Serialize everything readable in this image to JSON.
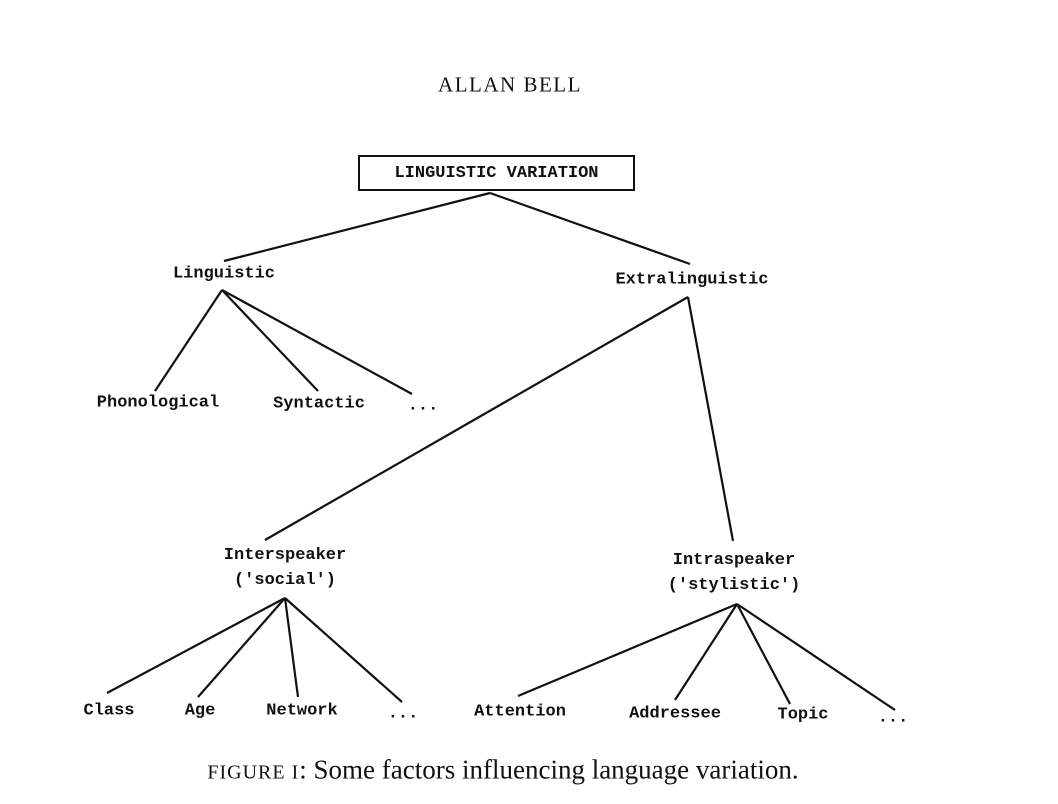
{
  "header": "ALLAN BELL",
  "root": "LINGUISTIC VARIATION",
  "level1": {
    "linguistic": "Linguistic",
    "extralinguistic": "Extralinguistic"
  },
  "linguistic_children": [
    "Phonological",
    "Syntactic",
    "..."
  ],
  "interspeaker": {
    "label": "Interspeaker",
    "gloss": "('social')"
  },
  "intraspeaker": {
    "label": "Intraspeaker",
    "gloss": "('stylistic')"
  },
  "interspeaker_children": [
    "Class",
    "Age",
    "Network",
    "..."
  ],
  "intraspeaker_children": [
    "Attention",
    "Addressee",
    "Topic",
    "..."
  ],
  "caption": {
    "label": "FIGURE I",
    "text": ": Some factors influencing language variation."
  }
}
